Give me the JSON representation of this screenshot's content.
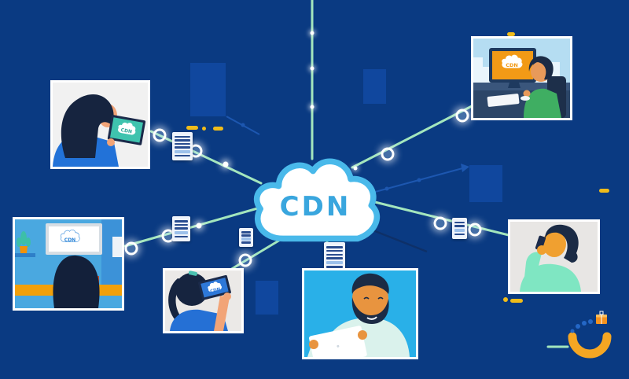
{
  "scene": {
    "background_color": "#0a3a82",
    "connection_line_color": "#a3e6bd",
    "node_color": "#ffffff",
    "accent_yellow": "#f0bc1a",
    "panel_border_color": "#ffffff"
  },
  "cloud": {
    "label": "CDN",
    "fill": "#ffffff",
    "border_color": "#49b9ea",
    "label_color": "#39a6de"
  },
  "devices": {
    "tablet_screen_label": "CDN",
    "monitor_screen_label": "CDN",
    "tv_screen_label": "CDN",
    "phone_screen_label": "CDN"
  },
  "logo": {
    "arc_color": "#f5a623",
    "dot_color": "#2467c6",
    "cube_color": "#f5921e"
  },
  "icons": [
    {
      "name": "cdn-cloud-icon",
      "shape": "cloud"
    },
    {
      "name": "edge-server-icon",
      "shape": "striped-card"
    },
    {
      "name": "network-node-icon",
      "shape": "glowing-dot"
    },
    {
      "name": "smile-arc-icon",
      "shape": "orange-arc"
    },
    {
      "name": "package-cube-icon",
      "shape": "orange-cube"
    }
  ]
}
